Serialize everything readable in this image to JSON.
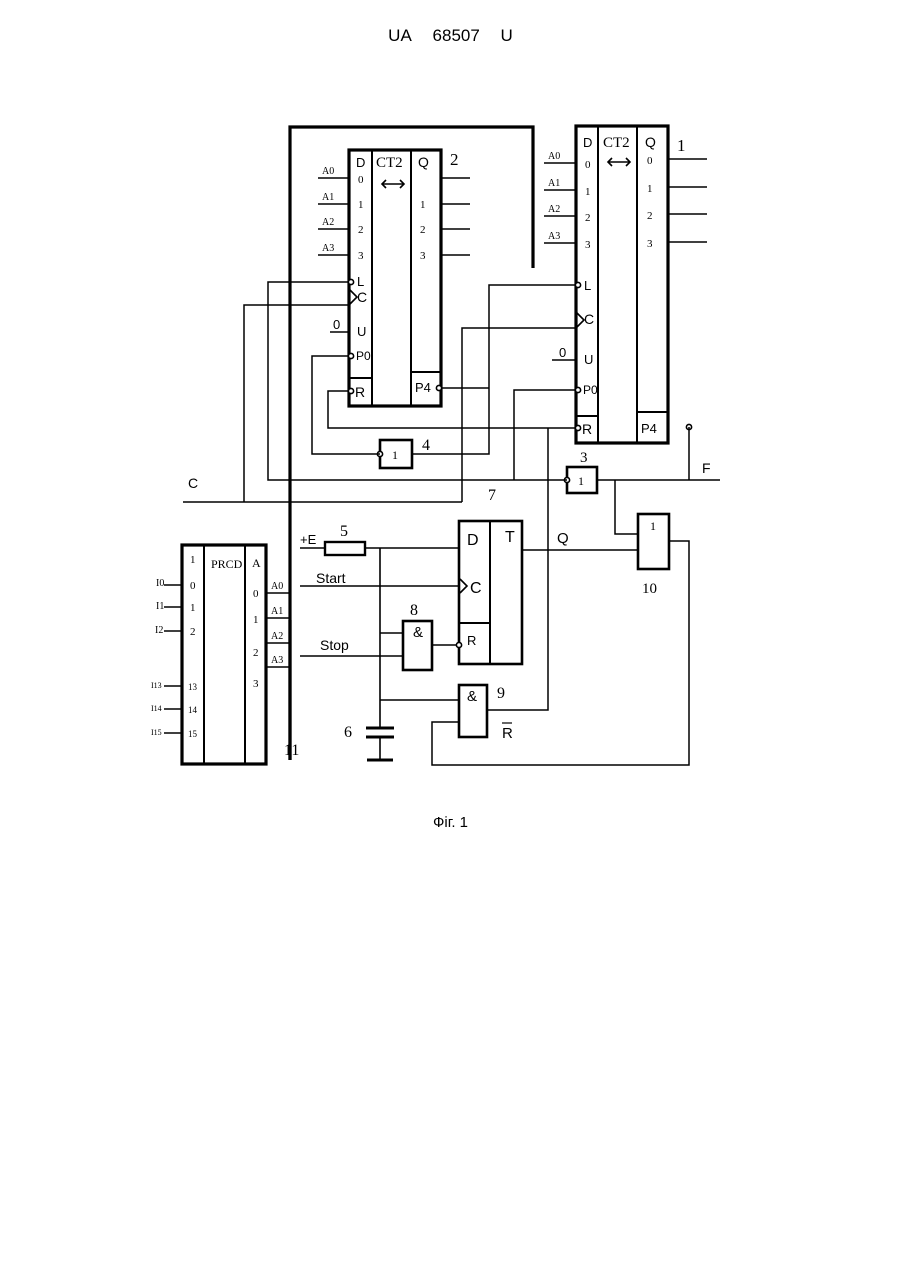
{
  "header": {
    "country": "UA",
    "number": "68507",
    "kind": "U"
  },
  "caption": "Фіг. 1",
  "colors": {
    "ink": "#000000",
    "paper": "#ffffff"
  },
  "blocks": {
    "counter2": {
      "ref": "2",
      "title": "CT2",
      "d_label": "D",
      "q_label": "Q",
      "d_pins": [
        "0",
        "1",
        "2",
        "3"
      ],
      "q_pins": [
        "1",
        "2",
        "3"
      ],
      "in_labels": [
        "A0",
        "A1",
        "A2",
        "A3"
      ],
      "ctrl": [
        "L",
        "C",
        "U",
        "P0",
        "R"
      ],
      "carry": "P4",
      "u_input": "0"
    },
    "counter1": {
      "ref": "1",
      "title": "CT2",
      "d_label": "D",
      "q_label": "Q",
      "d_pins": [
        "0",
        "1",
        "2",
        "3"
      ],
      "q_pins": [
        "0",
        "1",
        "2",
        "3"
      ],
      "in_labels": [
        "A0",
        "A1",
        "A2",
        "A3"
      ],
      "ctrl": [
        "L",
        "C",
        "U",
        "P0",
        "R"
      ],
      "carry": "P4",
      "u_input": "0"
    },
    "gate4": {
      "ref": "4",
      "symbol": "1"
    },
    "gate3": {
      "ref": "3",
      "symbol": "1"
    },
    "gate10": {
      "ref": "10",
      "symbol": "1"
    },
    "gate8": {
      "ref": "8",
      "symbol": "&"
    },
    "gate9": {
      "ref": "9",
      "symbol": "&",
      "rbar": "R"
    },
    "resistor": {
      "ref": "5",
      "supply": "+E"
    },
    "capacitor": {
      "ref": "6"
    },
    "bus": {
      "ref": "7"
    },
    "trigger": {
      "d": "D",
      "t": "T",
      "c": "C",
      "r": "R",
      "q_out": "Q"
    },
    "encoder": {
      "ref": "11",
      "title": "PRCD",
      "out_col": "A",
      "in_col": "1",
      "in_pins": [
        "0",
        "1",
        "2",
        "13",
        "14",
        "15"
      ],
      "in_labels": [
        "I0",
        "I1",
        "I2",
        "I13",
        "I14",
        "I15"
      ],
      "out_pins": [
        "0",
        "1",
        "2",
        "3"
      ],
      "out_labels": [
        "A0",
        "A1",
        "A2",
        "A3"
      ]
    }
  },
  "signals": {
    "c": "C",
    "f": "F",
    "start": "Start",
    "stop": "Stop"
  }
}
